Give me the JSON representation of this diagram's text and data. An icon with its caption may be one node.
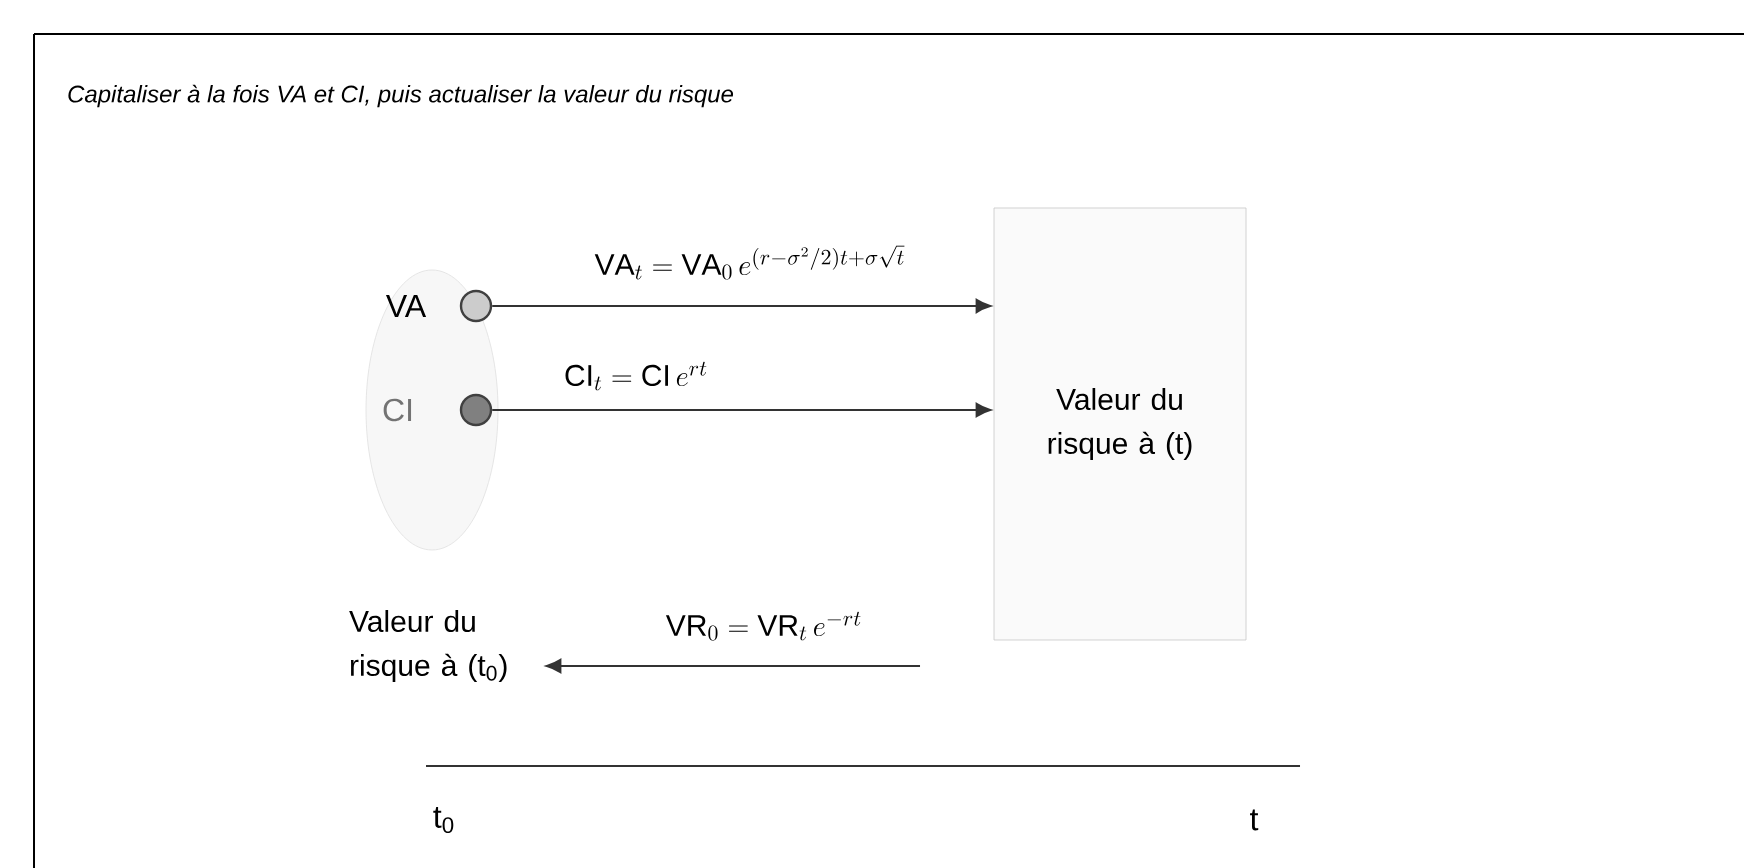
{
  "diagram": {
    "title": "Capitaliser à la fois VA et CI, puis actualiser la valeur du risque",
    "nodes": [
      {
        "text": [],
        "shape": "ellipse"
      },
      {
        "text": [],
        "shape": "circle",
        "beside": [
          "VA"
        ],
        "in": 0
      },
      {
        "text": [],
        "shape": "circle",
        "beside": [
          "CI"
        ],
        "in": 0
      },
      {
        "text": [
          "Valeur du risque à (t)"
        ]
      },
      {
        "text": [
          "Valeur du risque à (t$_{0}$)"
        ]
      }
    ],
    "edges": [
      {
        "from": 1,
        "to": 3,
        "arrow": "to",
        "label": "\\mathrm{VA}_t = \\mathrm{VA}_0\\, e^{(r-\\sigma^2/2)t+\\sigma\\sqrt{t}}"
      },
      {
        "from": 2,
        "to": 3,
        "arrow": "to",
        "label": "\\mathrm{CI}_t = \\mathrm{CI}\\, e^{rt}"
      },
      {
        "from": null,
        "to": 4,
        "arrow": "to",
        "label": "\\mathrm{VR}_0 = \\mathrm{VR}_t\\, e^{-rt}"
      }
    ],
    "labels": [
      "t$_{0}$",
      "t"
    ]
  }
}
